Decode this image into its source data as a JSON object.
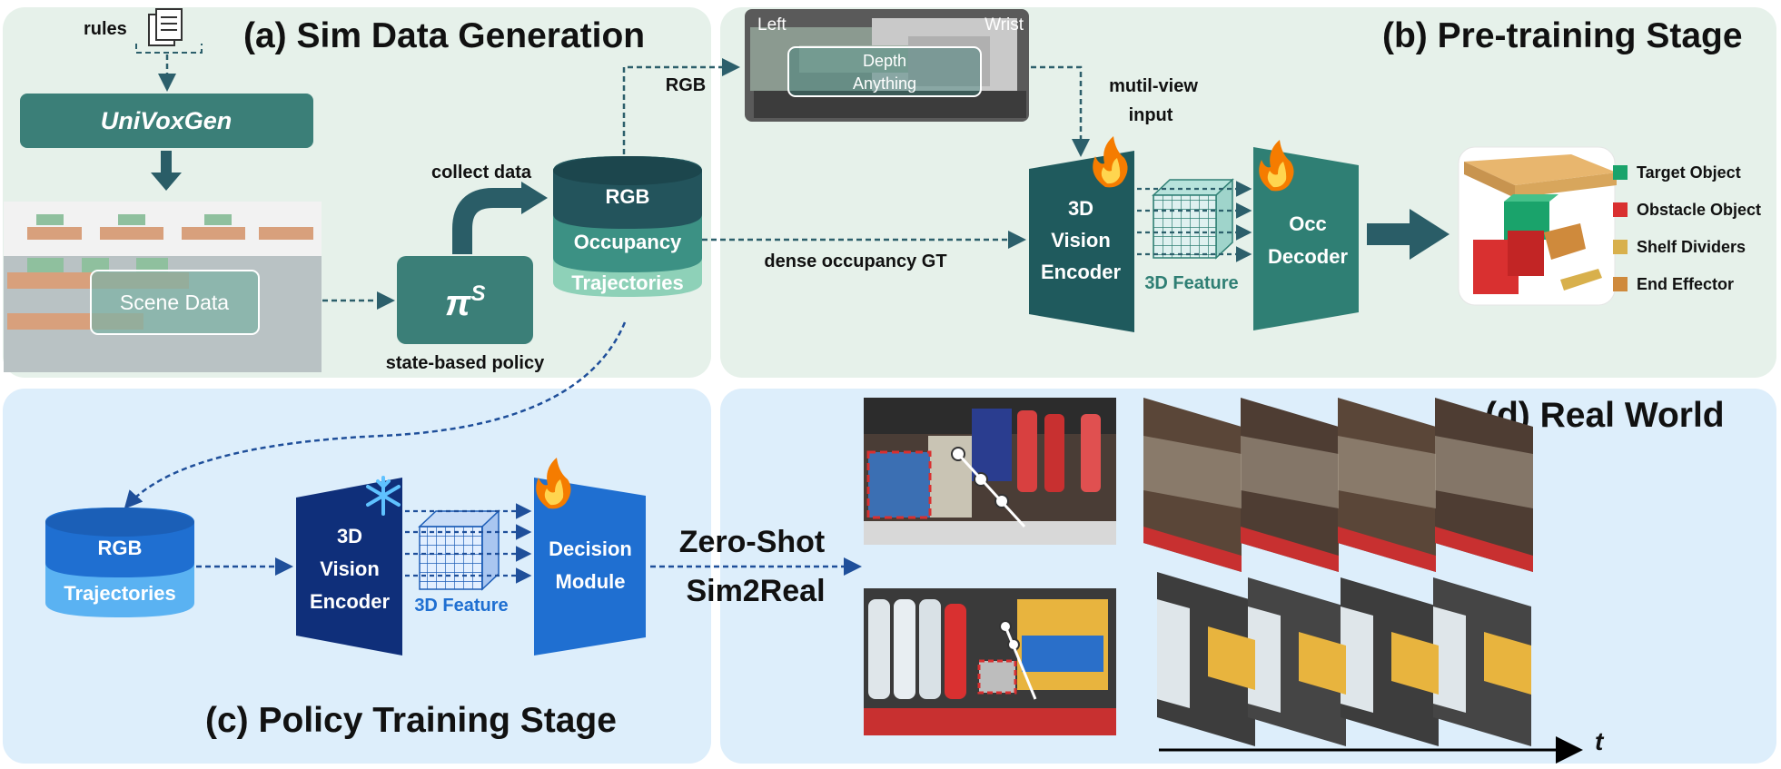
{
  "panels": {
    "a_title": "(a) Sim Data Generation",
    "b_title": "(b) Pre-training Stage",
    "c_title": "(c) Policy Training Stage",
    "d_title": "(d) Real World"
  },
  "sim": {
    "rules": "rules",
    "generator": "UniVoxGen",
    "scene": "Scene Data",
    "policy_symbol": "π",
    "policy_sup": "S",
    "policy_caption": "state-based policy",
    "collect": "collect data",
    "db_rgb": "RGB",
    "db_occ": "Occupancy",
    "db_traj": "Trajectories"
  },
  "pretrain": {
    "rgb_label": "RGB",
    "left": "Left",
    "wrist": "Wrist",
    "depth": "Depth",
    "anything": "Anything",
    "multiview_1": "mutil-view",
    "multiview_2": "input",
    "gt": "dense occupancy GT",
    "enc_1": "3D",
    "enc_2": "Vision",
    "enc_3": "Encoder",
    "feature": "3D Feature",
    "dec_1": "Occ",
    "dec_2": "Decoder",
    "legend": [
      {
        "label": "Target Object",
        "color": "#1aa36b"
      },
      {
        "label": "Obstacle Object",
        "color": "#d93030"
      },
      {
        "label": "Shelf Dividers",
        "color": "#d8b04c"
      },
      {
        "label": "End Effector",
        "color": "#cf8a3c"
      }
    ]
  },
  "policy": {
    "db_rgb": "RGB",
    "db_traj": "Trajectories",
    "enc_1": "3D",
    "enc_2": "Vision",
    "enc_3": "Encoder",
    "feature": "3D Feature",
    "dec_1": "Decision",
    "dec_2": "Module",
    "zs_1": "Zero-Shot",
    "zs_2": "Sim2Real"
  },
  "real": {
    "time_label": "t"
  },
  "colors": {
    "teal_dark": "#1f5a5d",
    "teal": "#2f7f74",
    "blue_dark": "#0f2f7a",
    "blue": "#1f6fd1"
  }
}
